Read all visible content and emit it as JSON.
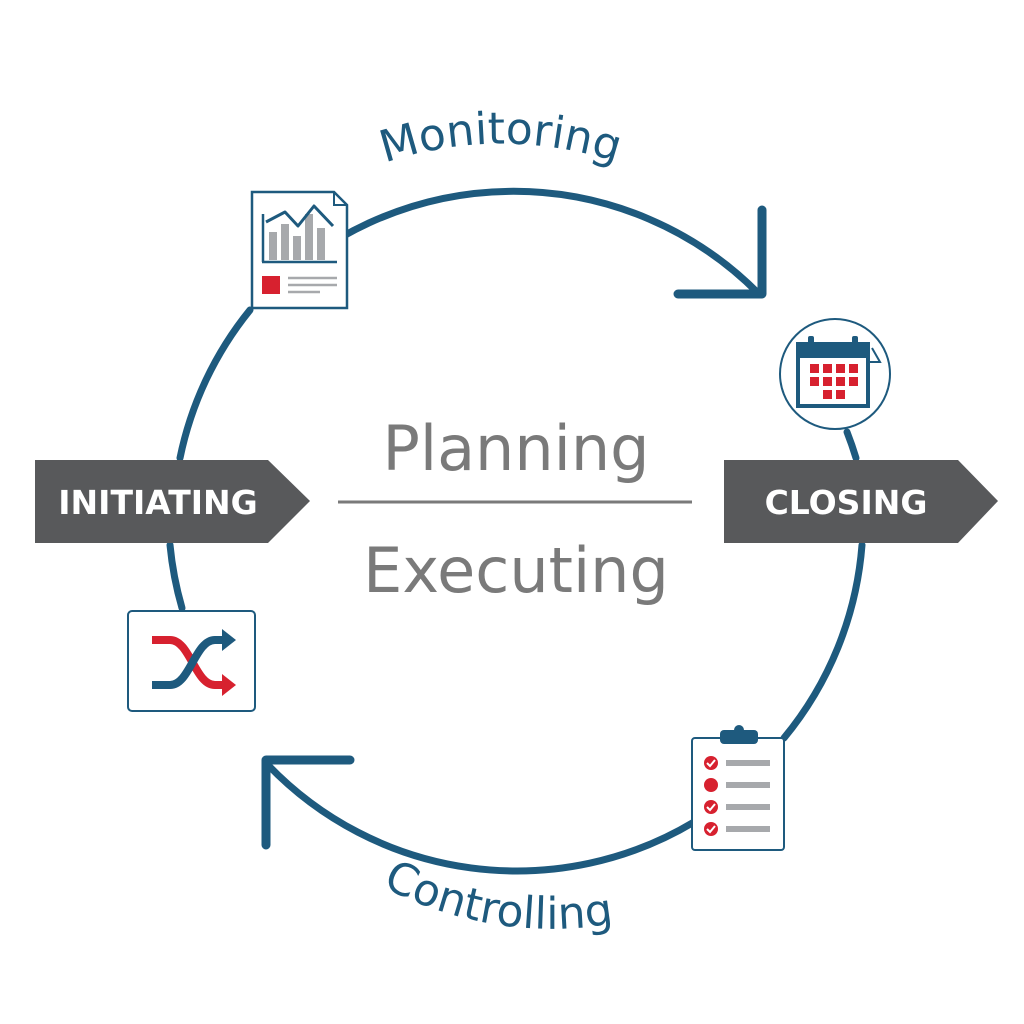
{
  "labels": {
    "monitoring": "Monitoring",
    "controlling": "Controlling",
    "planning": "Planning",
    "executing": "Executing",
    "initiating": "INITIATING",
    "closing": "CLOSING"
  },
  "colors": {
    "cycle": "#1e5a7e",
    "banner": "#58595b",
    "banner_text": "#ffffff",
    "center_text": "#7a7a7a",
    "divider": "#7a7a7a",
    "accent_red": "#d7212f",
    "icon_gray": "#a7a9ac",
    "icon_border": "#1e5a7e"
  },
  "icons": {
    "report": "report-chart-icon",
    "calendar": "calendar-refresh-icon",
    "shuffle": "shuffle-arrows-icon",
    "checklist": "clipboard-checklist-icon"
  }
}
